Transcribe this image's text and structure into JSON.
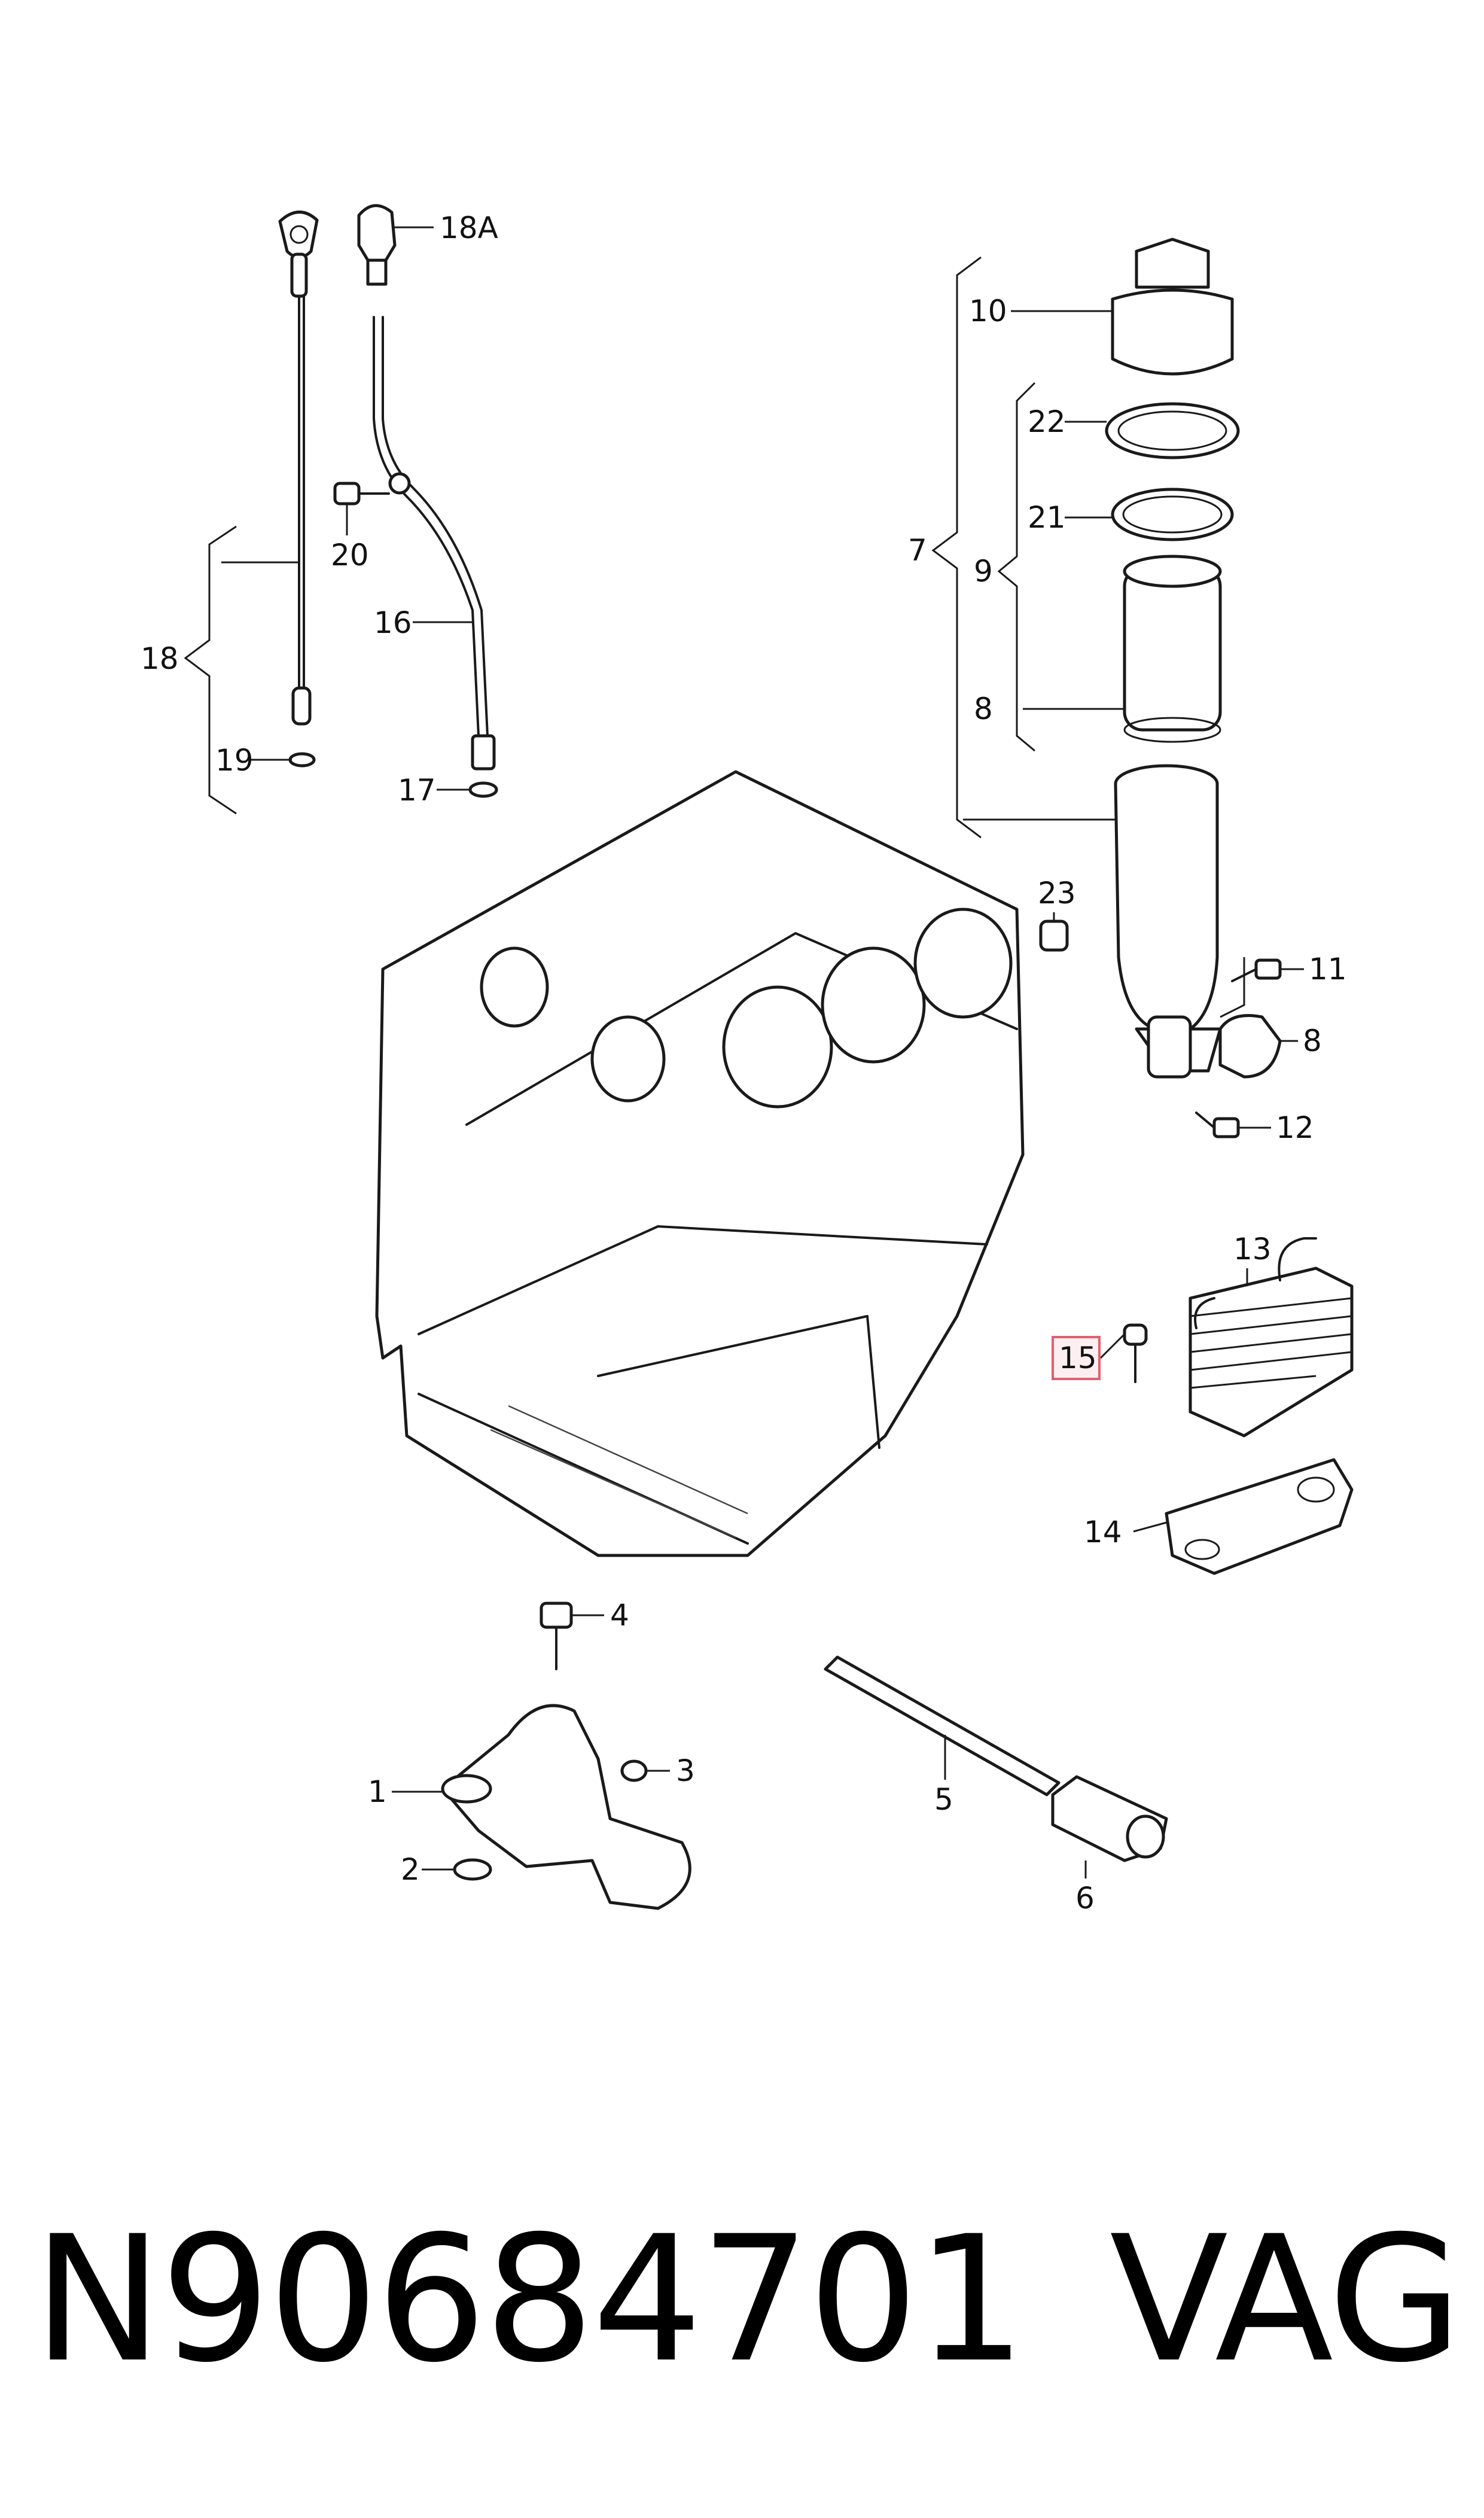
{
  "callouts": {
    "c1": "1",
    "c2": "2",
    "c3": "3",
    "c4": "4",
    "c5": "5",
    "c6": "6",
    "c7": "7",
    "c8a": "8",
    "c8b": "8",
    "c9": "9",
    "c10": "10",
    "c11": "11",
    "c12": "12",
    "c13": "13",
    "c14": "14",
    "c15": "15",
    "c16": "16",
    "c17": "17",
    "c18": "18",
    "c18a": "18A",
    "c19": "19",
    "c20": "20",
    "c21": "21",
    "c22": "22",
    "c23": "23"
  },
  "caption": {
    "part_number": "N90684701",
    "brand": "VAG"
  },
  "colors": {
    "highlight_box": "#e06070",
    "line": "#1a1a1a"
  }
}
